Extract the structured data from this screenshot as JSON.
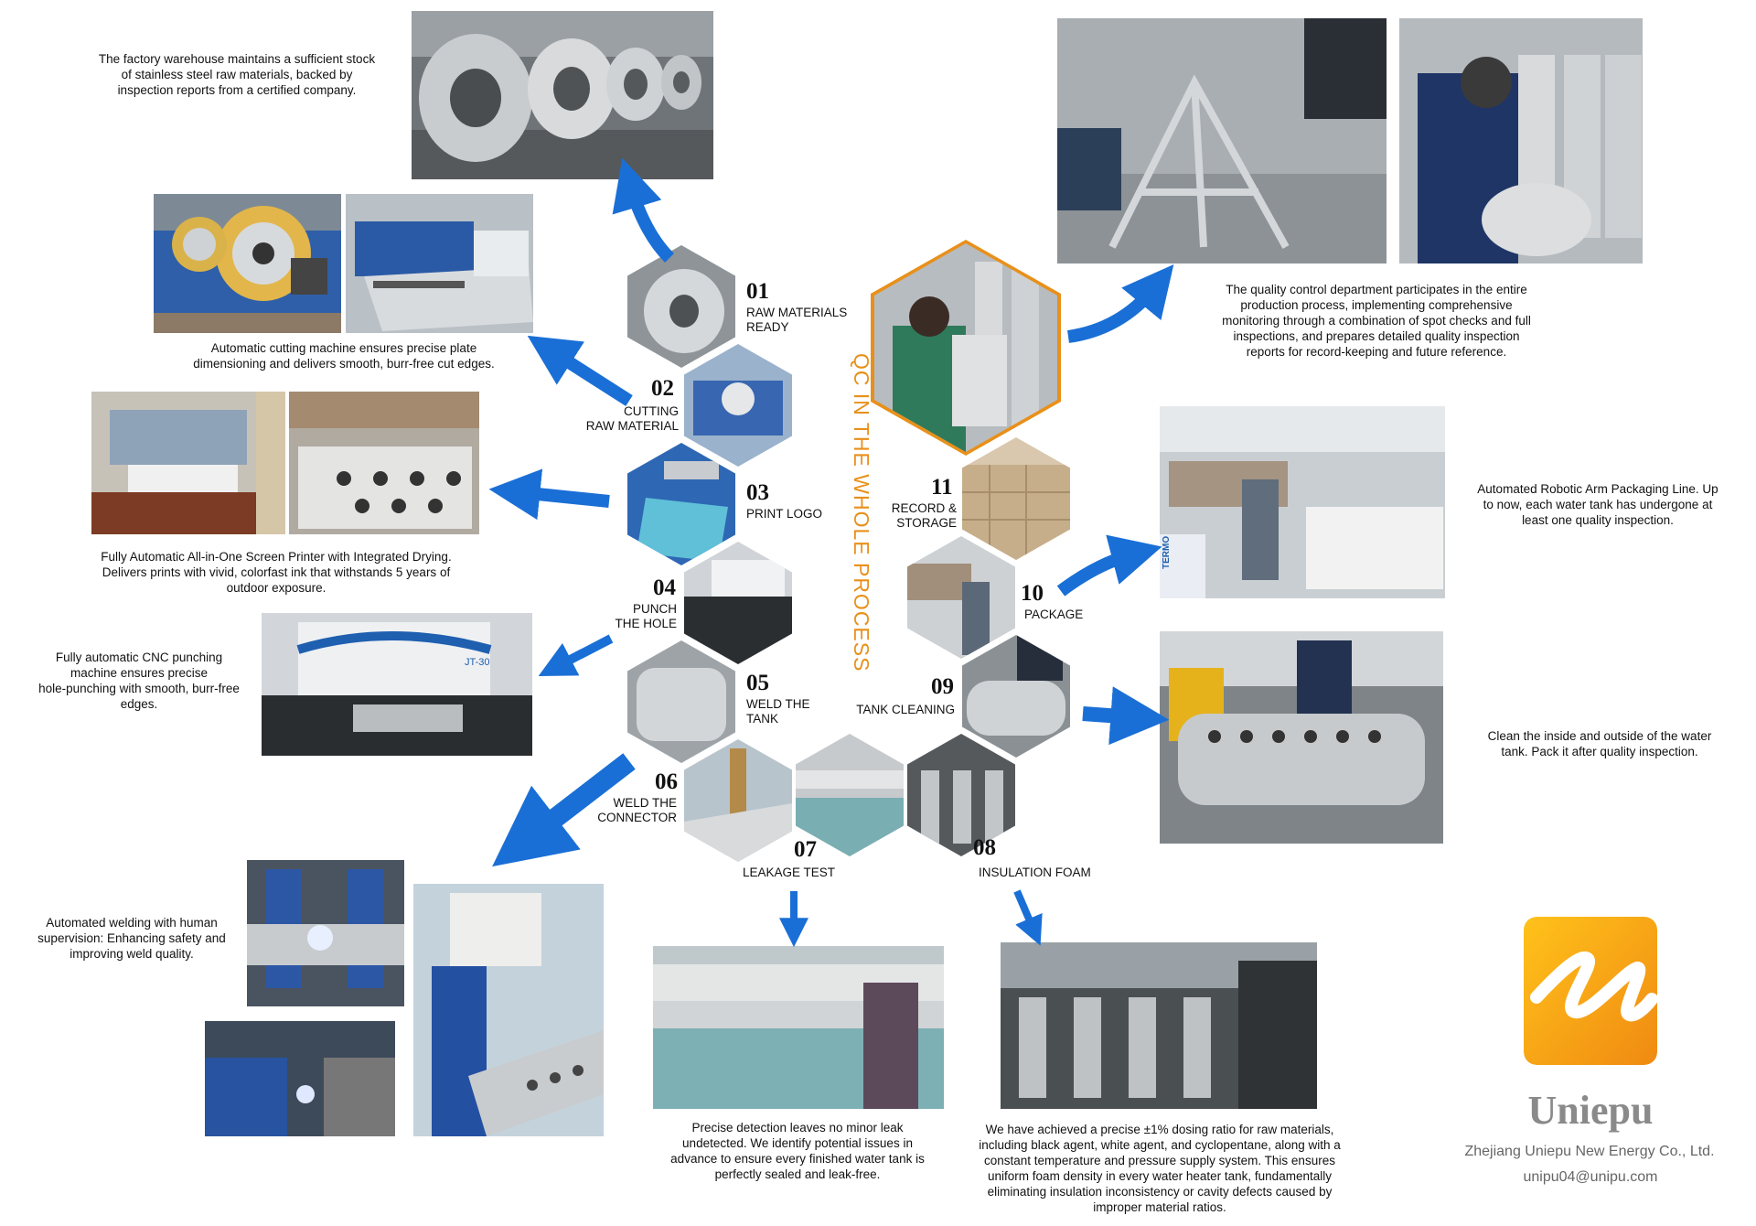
{
  "title": "QC IN THE WHOLE PROCESS",
  "steps": [
    {
      "num": "01",
      "label": "RAW MATERIALS\nREADY"
    },
    {
      "num": "02",
      "label": "CUTTING\nRAW MATERIAL"
    },
    {
      "num": "03",
      "label": "PRINT LOGO"
    },
    {
      "num": "04",
      "label": "PUNCH\nTHE HOLE"
    },
    {
      "num": "05",
      "label": "WELD THE\nTANK"
    },
    {
      "num": "06",
      "label": "WELD THE\nCONNECTOR"
    },
    {
      "num": "07",
      "label": "LEAKAGE TEST"
    },
    {
      "num": "08",
      "label": "INSULATION FOAM"
    },
    {
      "num": "09",
      "label": "TANK CLEANING"
    },
    {
      "num": "10",
      "label": "PACKAGE"
    },
    {
      "num": "11",
      "label": "RECORD &\nSTORAGE"
    }
  ],
  "captions": {
    "raw": "The factory warehouse maintains a sufficient stock\nof stainless steel raw materials, backed by\ninspection reports from a certified company.",
    "cutting": "Automatic cutting machine ensures precise plate\ndimensioning and delivers smooth, burr-free cut edges.",
    "printer": "Fully Automatic All-in-One Screen Printer with Integrated Drying.\nDelivers prints with vivid, colorfast ink that withstands 5 years of\noutdoor exposure.",
    "punch": "Fully automatic CNC punching\nmachine ensures precise\nhole-punching with smooth, burr-free\nedges.",
    "welding": "Automated welding with human\nsupervision: Enhancing safety and\nimproving weld quality.",
    "leak": "Precise detection leaves no minor leak\nundetected. We identify potential issues in\nadvance to ensure every finished water tank is\nperfectly sealed and leak-free.",
    "foam": "We have achieved a precise ±1% dosing ratio for raw materials,\nincluding black agent, white agent, and cyclopentane, along with a\nconstant temperature and pressure supply system. This ensures\nuniform foam density in every water heater tank, fundamentally\neliminating insulation inconsistency or cavity defects caused by\nimproper material ratios.",
    "qc": "The quality control department participates in the entire\nproduction process, implementing comprehensive\nmonitoring through a combination of spot checks and full\ninspections, and prepares detailed quality inspection\nreports for record-keeping and future reference.",
    "packaging": "Automated Robotic Arm Packaging Line. Up\nto now, each water tank has undergone at\nleast one quality inspection.",
    "cleaning": "Clean the inside and outside of the water\ntank. Pack it after quality inspection."
  },
  "photo_labels": {
    "punch_machine": "JT-30",
    "pack_sign": "TERMO"
  },
  "brand": {
    "name": "Uniepu",
    "company": "Zhejiang Uniepu New Energy Co., Ltd.",
    "email": "unipu04@unipu.com"
  },
  "colors": {
    "accent": "#e8901a",
    "arrow": "#1a6fd6",
    "logo_orange": "#f08a12",
    "logo_yellow": "#ffc21a",
    "brand_gray": "#8a8a8a"
  }
}
